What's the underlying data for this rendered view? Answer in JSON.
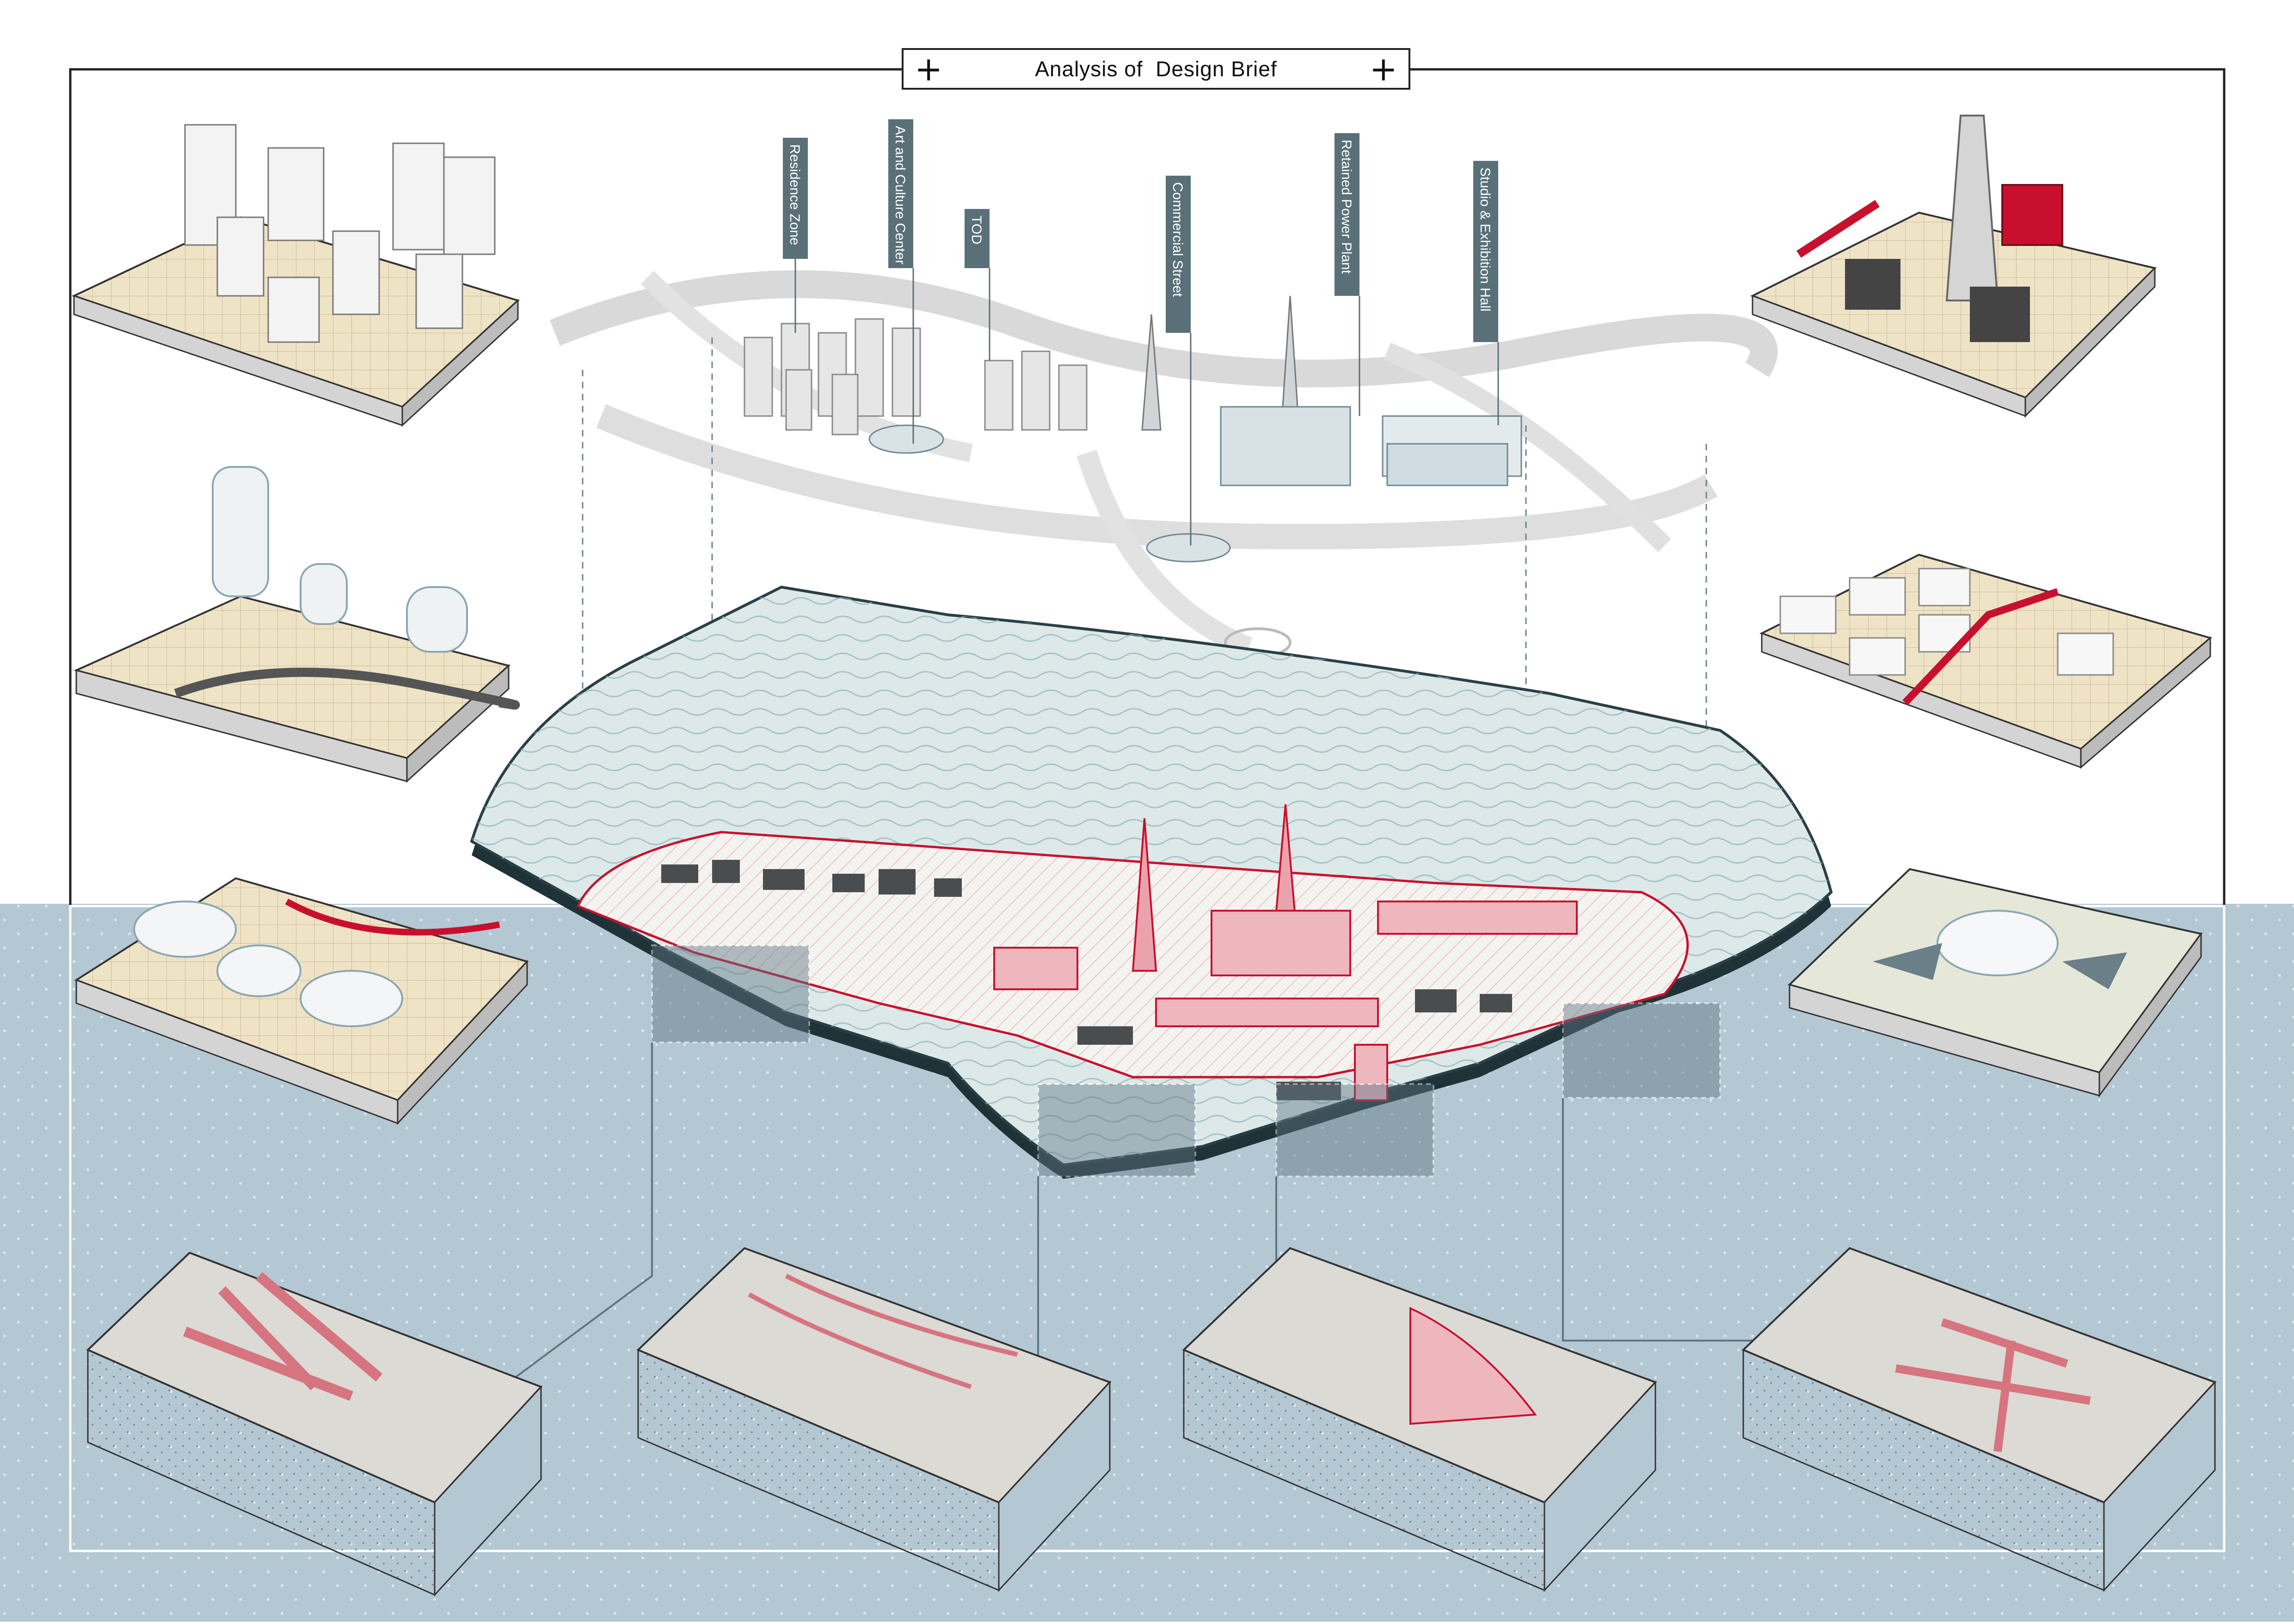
{
  "title": {
    "text": "Analysis of  Design Brief",
    "plus_left": "+",
    "plus_right": "+"
  },
  "zone_labels": [
    {
      "name": "residence",
      "text": "Residence Zone"
    },
    {
      "name": "art-culture",
      "text": "Art and Culture Center"
    },
    {
      "name": "tod",
      "text": "TOD"
    },
    {
      "name": "commercial",
      "text": "Commercial Street"
    },
    {
      "name": "power-plant",
      "text": "Retained Power Plant"
    },
    {
      "name": "studio",
      "text": "Studio & Exhibition Hall"
    }
  ],
  "colors": {
    "accent_red": "#c8102e",
    "label_flag": "#5a7078",
    "water_blue": "#b4c8d4",
    "terrain": "#dde9e9",
    "ground_grid": "#efe3c6",
    "soil": "#c9c4bb"
  }
}
